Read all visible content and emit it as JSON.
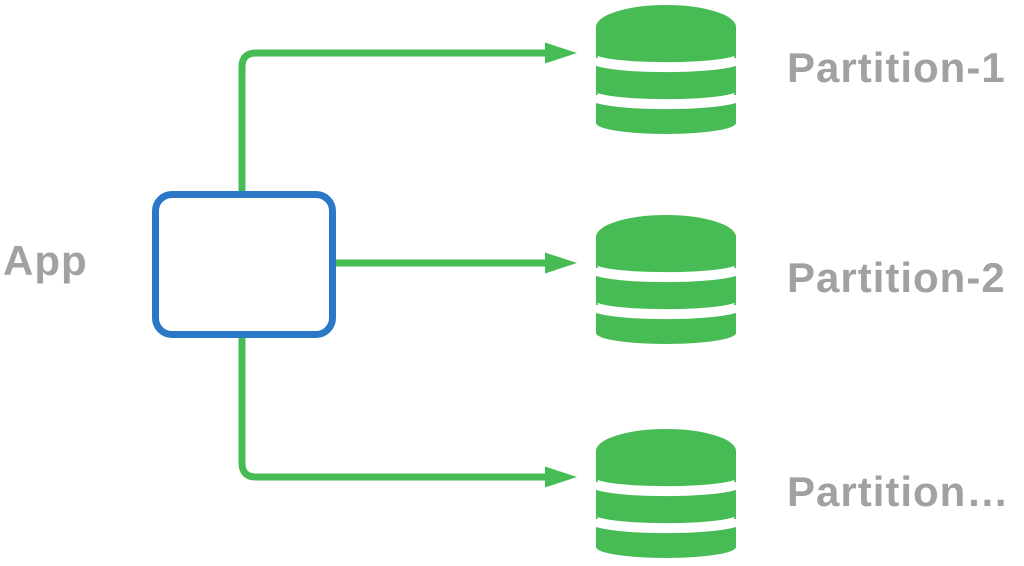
{
  "colors": {
    "green": "#47BC55",
    "blue": "#2B78C6",
    "gray": "#A1A1A1"
  },
  "app": {
    "label": "App"
  },
  "partitions": [
    {
      "label": "Partition-1",
      "icon": "database-icon"
    },
    {
      "label": "Partition-2",
      "icon": "database-icon"
    },
    {
      "label": "Partition…",
      "icon": "database-icon"
    }
  ],
  "arrows": [
    {
      "from": "App",
      "to": "Partition-1"
    },
    {
      "from": "App",
      "to": "Partition-2"
    },
    {
      "from": "App",
      "to": "Partition…"
    }
  ]
}
